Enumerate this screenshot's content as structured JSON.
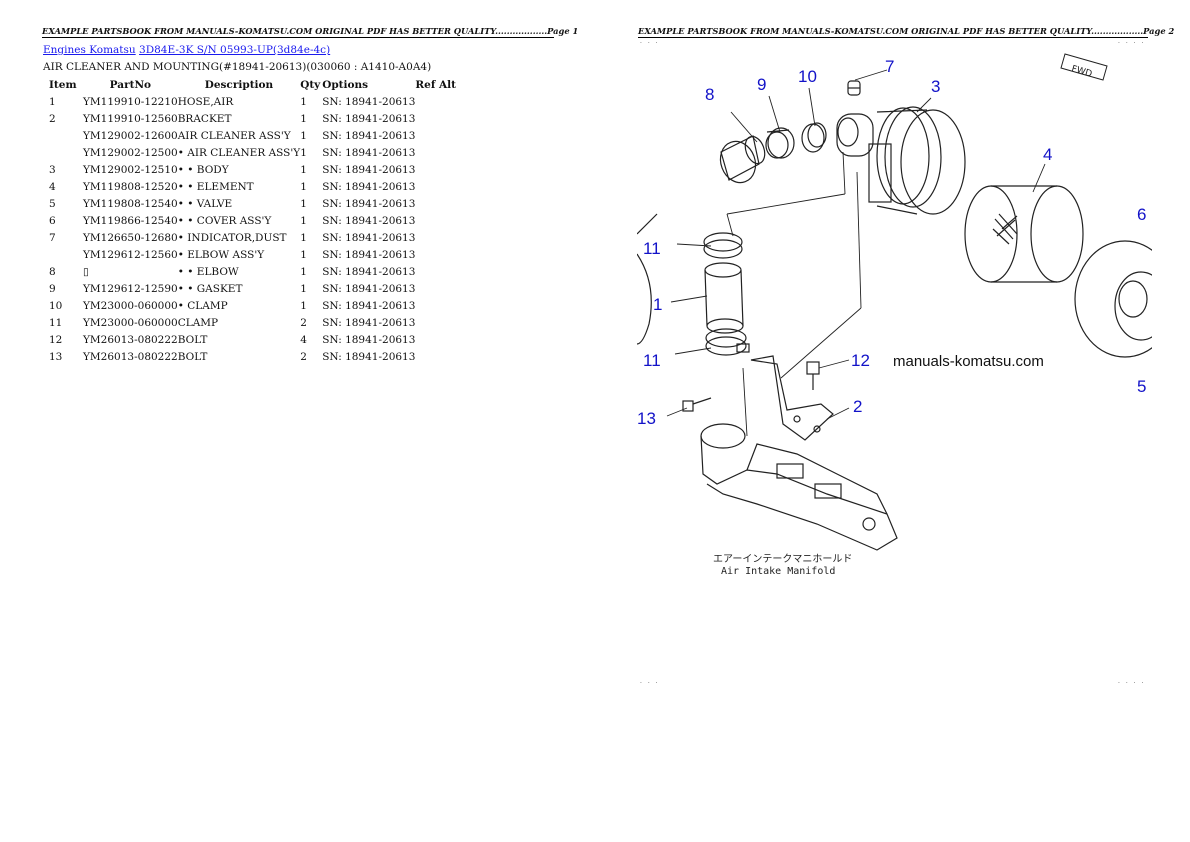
{
  "header": {
    "left": "EXAMPLE PARTSBOOK FROM MANUALS-KOMATSU.COM ORIGINAL PDF HAS BETTER QUALITY..................Page 1",
    "right": "EXAMPLE PARTSBOOK FROM MANUALS-KOMATSU.COM ORIGINAL PDF HAS BETTER QUALITY..................Page 2"
  },
  "breadcrumb": {
    "item1": "Engines Komatsu",
    "item2": "3D84E-3K S/N 05993-UP(3d84e-4c)"
  },
  "section_title": "AIR CLEANER AND MOUNTING(#18941-20613)(030060 : A1410-A0A4)",
  "table": {
    "headers": [
      "Item",
      "PartNo",
      "Description",
      "Qty",
      "Options",
      "Ref Alt"
    ],
    "rows": [
      {
        "item": "1",
        "part": "YM119910-12210",
        "desc": "HOSE,AIR",
        "qty": "1",
        "opt": "SN: 18941-20613"
      },
      {
        "item": "2",
        "part": "YM119910-12560",
        "desc": "BRACKET",
        "qty": "1",
        "opt": "SN: 18941-20613"
      },
      {
        "item": "",
        "part": "YM129002-12600",
        "desc": "AIR CLEANER ASS'Y",
        "qty": "1",
        "opt": "SN: 18941-20613"
      },
      {
        "item": "",
        "part": "YM129002-12500",
        "desc": "• AIR CLEANER ASS'Y",
        "qty": "1",
        "opt": "SN: 18941-20613"
      },
      {
        "item": "3",
        "part": "YM129002-12510",
        "desc": "• • BODY",
        "qty": "1",
        "opt": "SN: 18941-20613"
      },
      {
        "item": "4",
        "part": "YM119808-12520",
        "desc": "• • ELEMENT",
        "qty": "1",
        "opt": "SN: 18941-20613"
      },
      {
        "item": "5",
        "part": "YM119808-12540",
        "desc": "• • VALVE",
        "qty": "1",
        "opt": "SN: 18941-20613"
      },
      {
        "item": "6",
        "part": "YM119866-12540",
        "desc": "• • COVER ASS'Y",
        "qty": "1",
        "opt": "SN: 18941-20613"
      },
      {
        "item": "7",
        "part": "YM126650-12680",
        "desc": "• INDICATOR,DUST",
        "qty": "1",
        "opt": "SN: 18941-20613"
      },
      {
        "item": "",
        "part": "YM129612-12560",
        "desc": "• ELBOW ASS'Y",
        "qty": "1",
        "opt": "SN: 18941-20613"
      },
      {
        "item": "8",
        "part": "▯",
        "desc": "• • ELBOW",
        "qty": "1",
        "opt": "SN: 18941-20613"
      },
      {
        "item": "9",
        "part": "YM129612-12590",
        "desc": "• • GASKET",
        "qty": "1",
        "opt": "SN: 18941-20613"
      },
      {
        "item": "10",
        "part": "YM23000-060000",
        "desc": "• CLAMP",
        "qty": "1",
        "opt": "SN: 18941-20613"
      },
      {
        "item": "11",
        "part": "YM23000-060000",
        "desc": "CLAMP",
        "qty": "2",
        "opt": "SN: 18941-20613"
      },
      {
        "item": "12",
        "part": "YM26013-080222",
        "desc": "BOLT",
        "qty": "4",
        "opt": "SN: 18941-20613"
      },
      {
        "item": "13",
        "part": "YM26013-080222",
        "desc": "BOLT",
        "qty": "2",
        "opt": "SN: 18941-20613"
      }
    ]
  },
  "diagram": {
    "callouts": [
      "1",
      "2",
      "3",
      "4",
      "5",
      "6",
      "7",
      "8",
      "9",
      "10",
      "11",
      "11",
      "12",
      "13"
    ],
    "watermark": "manuals-komatsu.com",
    "caption_jp": "エアーインテークマニホールド",
    "caption_en": "Air Intake Manifold",
    "callout_color": "#1212c8"
  }
}
